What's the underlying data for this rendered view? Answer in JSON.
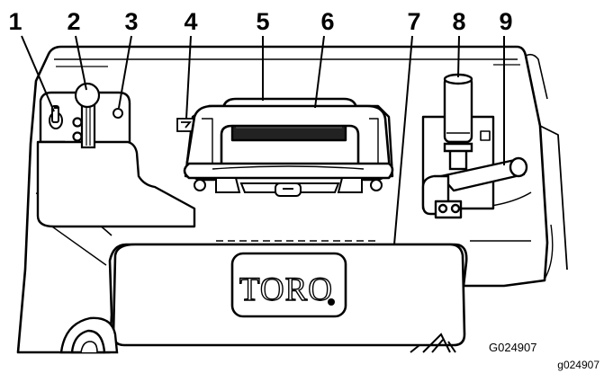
{
  "diagram": {
    "callouts": [
      "1",
      "2",
      "3",
      "4",
      "5",
      "6",
      "7",
      "8",
      "9"
    ],
    "brand_logo_text": "TORO",
    "drawing_code_main": "G024907",
    "drawing_code_corner": "g024907"
  }
}
